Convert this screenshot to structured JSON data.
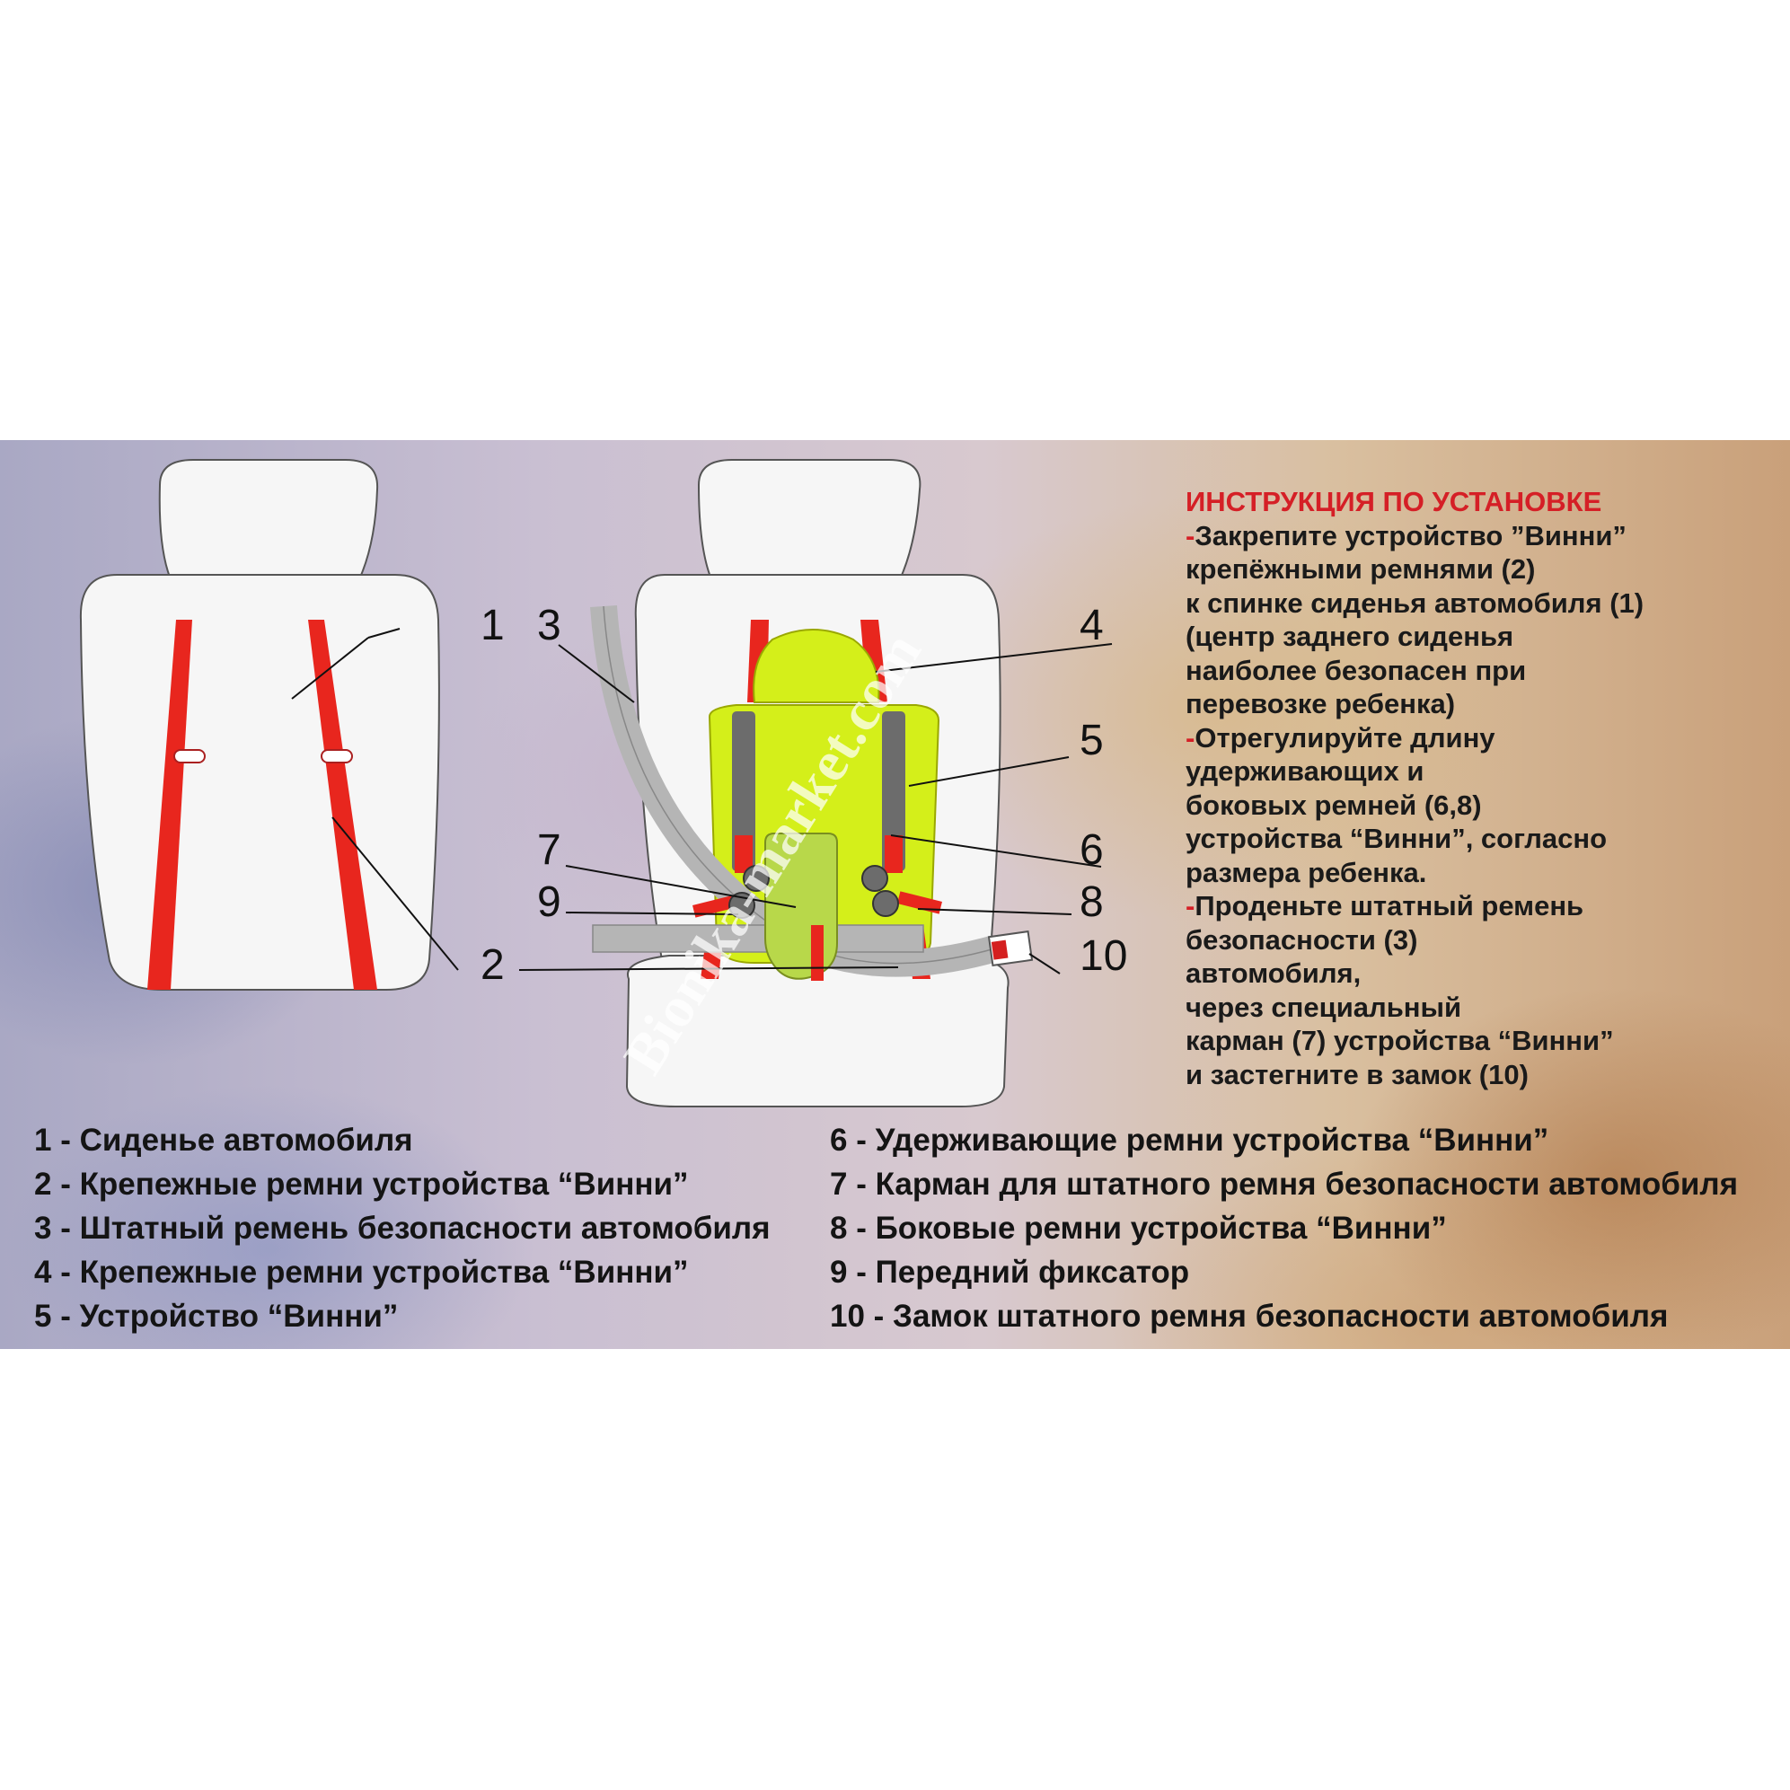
{
  "instructions": {
    "title": "ИНСТРУКЦИЯ ПО УСТАНОВКЕ",
    "lines": [
      {
        "dash": "-",
        "text": "Закрепите устройство ”Винни”"
      },
      {
        "dash": "",
        "text": "крепёжными ремнями (2)"
      },
      {
        "dash": "",
        "text": "к спинке сиденья автомобиля (1)"
      },
      {
        "dash": "",
        "text": "(центр заднего сиденья"
      },
      {
        "dash": "",
        "text": "наиболее безопасен при"
      },
      {
        "dash": "",
        "text": "перевозке ребенка)"
      },
      {
        "dash": "-",
        "text": "Отрегулируйте длину"
      },
      {
        "dash": "",
        "text": "удерживающих и"
      },
      {
        "dash": "",
        "text": "боковых ремней (6,8)"
      },
      {
        "dash": "",
        "text": "устройства “Винни”, согласно"
      },
      {
        "dash": "",
        "text": "размера ребенка."
      },
      {
        "dash": "-",
        "text": "Проденьте штатный ремень"
      },
      {
        "dash": "",
        "text": "безопасности (3)"
      },
      {
        "dash": "",
        "text": "автомобиля,"
      },
      {
        "dash": "",
        "text": "через специальный"
      },
      {
        "dash": "",
        "text": "карман (7) устройства “Винни”"
      },
      {
        "dash": "",
        "text": "и застегните в замок (10)"
      }
    ]
  },
  "diagram": {
    "labels": [
      "1",
      "2",
      "3",
      "4",
      "5",
      "6",
      "7",
      "8",
      "9",
      "10"
    ]
  },
  "legend": {
    "left": [
      "1 - Сиденье автомобиля",
      "2 - Крепежные ремни устройства “Винни”",
      "3 - Штатный ремень безопасности автомобиля",
      "4 - Крепежные ремни устройства “Винни”",
      "5 - Устройство “Винни”"
    ],
    "right": [
      "6 - Удерживающие ремни устройства “Винни”",
      "7 - Карман для штатного ремня безопасности автомобиля",
      "8 - Боковые ремни устройства “Винни”",
      "9 - Передний фиксатор",
      "10 - Замок штатного ремня безопасности автомобиля"
    ]
  },
  "watermark": "Bionika-market.com",
  "colors": {
    "strap_red": "#e8261e",
    "device_yellow": "#d4ef1a",
    "seatbelt_gray": "#b5b5b5",
    "title_red": "#d51f26"
  }
}
